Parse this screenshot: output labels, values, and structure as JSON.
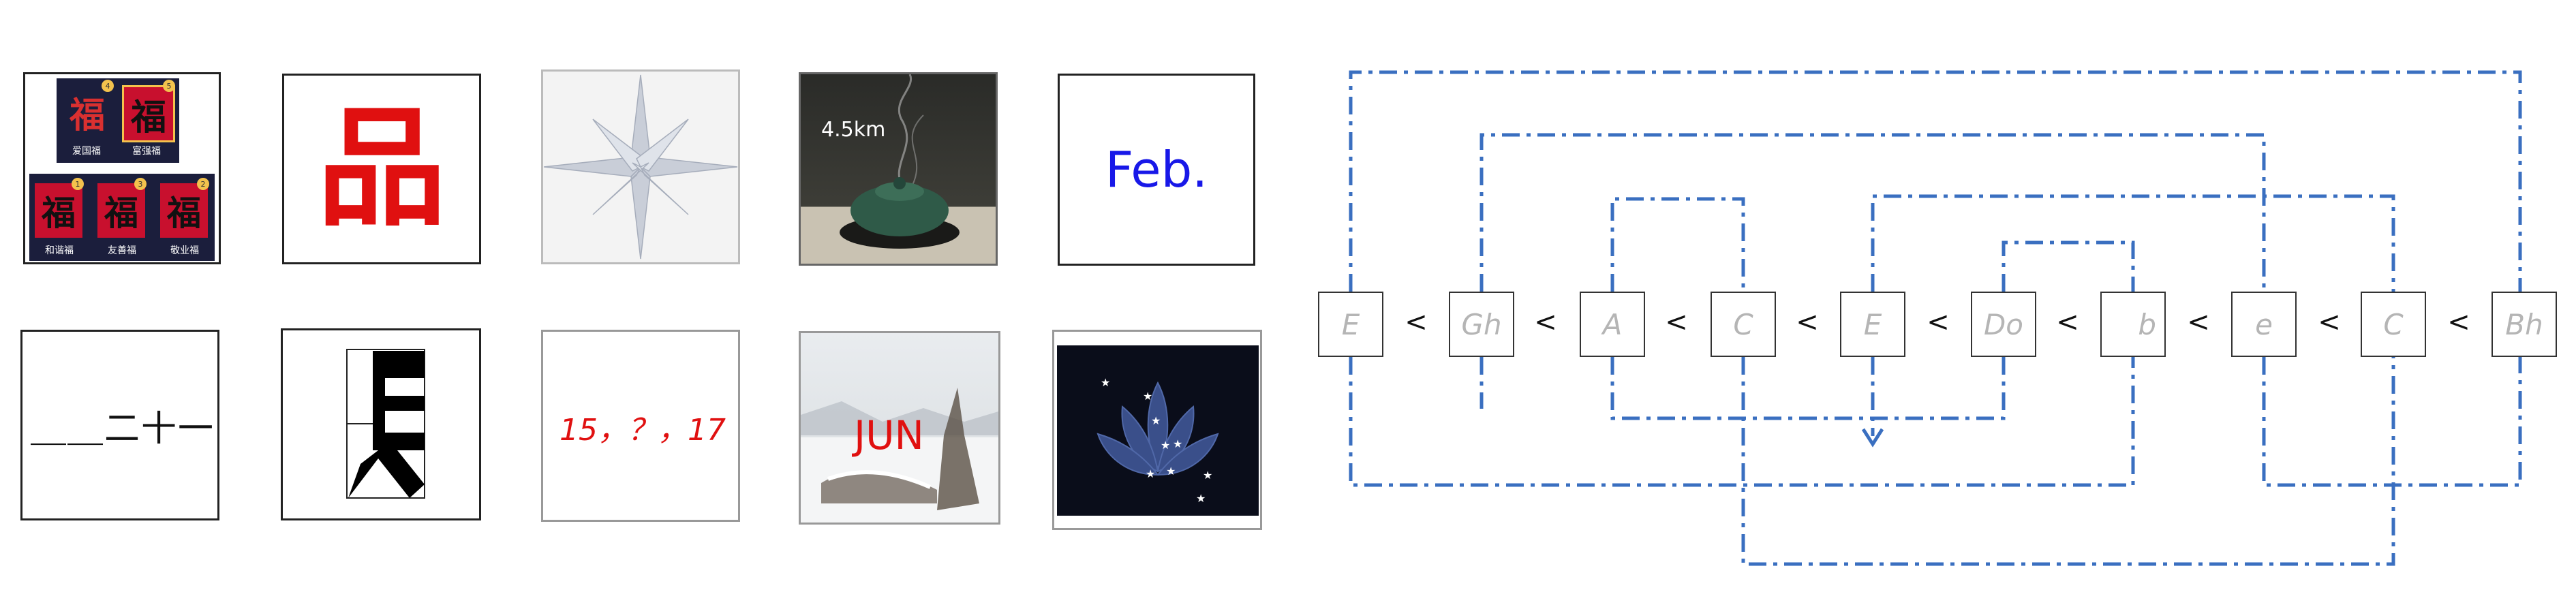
{
  "tiles": {
    "fu_top_labels": [
      "爱国福",
      "富强福"
    ],
    "fu_bottom_labels": [
      "和谐福",
      "友善福",
      "敬业福"
    ],
    "fu_badges": [
      "4",
      "5",
      "1",
      "3",
      "2"
    ],
    "fu_char": "福",
    "pin_char": "品",
    "incense_distance": "4.5km",
    "month_feb": "Feb.",
    "strokes_sequence": "＿＿二十一",
    "number_series": "15，？，17",
    "month_jun": "JUN"
  },
  "diagram": {
    "nodes": [
      "E",
      "Gh",
      "A",
      "C",
      "E",
      "Do",
      "b",
      "e",
      "C",
      "Bh"
    ],
    "separator": "<",
    "line_color": "#3a6fc0"
  }
}
